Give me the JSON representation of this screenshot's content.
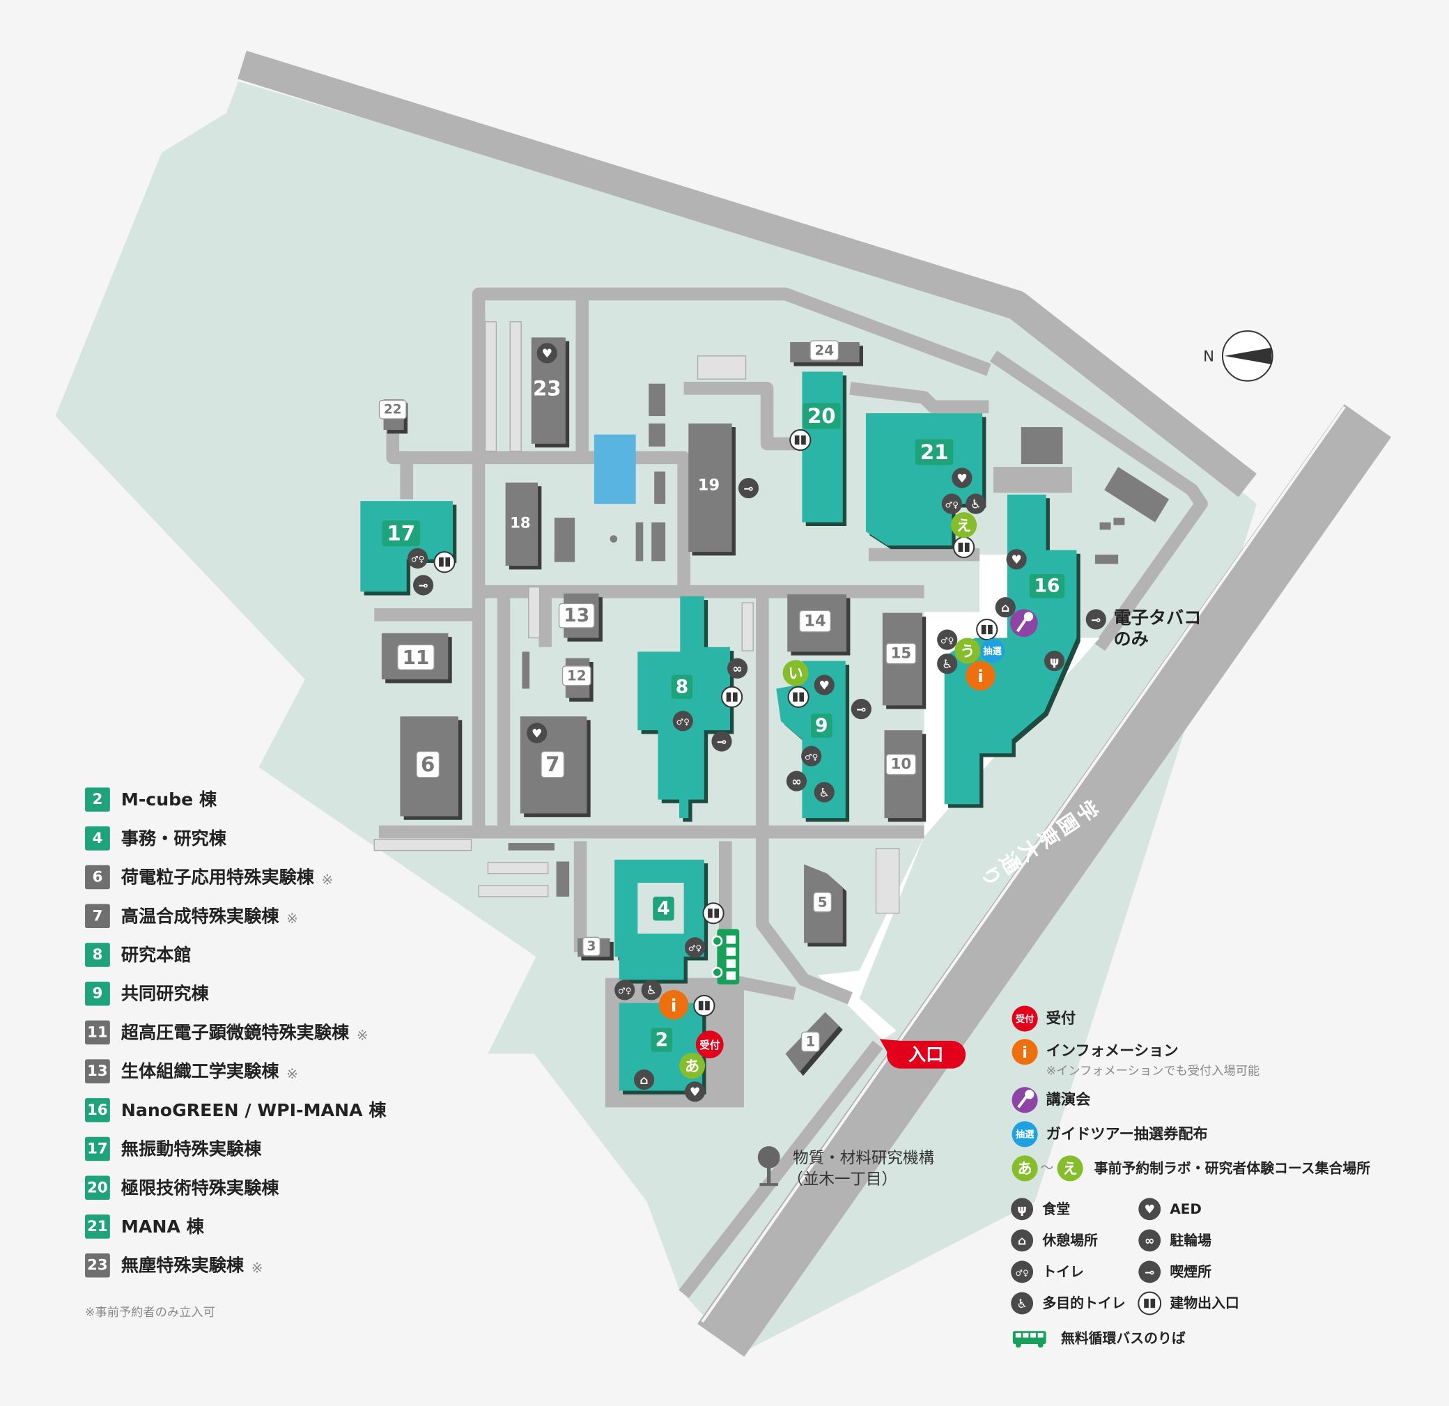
{
  "colors": {
    "background": "#f5f5f5",
    "ground": "#d6e5df",
    "road": "#b3b3b3",
    "building_open": "#2bb5a6",
    "building_restricted": "#7d7d7d",
    "badge_green": "#1ea37a",
    "badge_gray": "#6f6f6f",
    "reception": "#e3001b",
    "information": "#ee6f0d",
    "lecture": "#8e44a5",
    "lottery": "#1fa0e0",
    "meeting": "#86bd2b",
    "facility_icon": "#4a4a4a",
    "bus": "#16a05a"
  },
  "map": {
    "buildings": {
      "b1": "1",
      "b2": "2",
      "b3": "3",
      "b4": "4",
      "b5": "5",
      "b6": "6",
      "b7": "7",
      "b8": "8",
      "b9": "9",
      "b10": "10",
      "b11": "11",
      "b12": "12",
      "b13": "13",
      "b14": "14",
      "b15": "15",
      "b16": "16",
      "b17": "17",
      "b18": "18",
      "b19": "19",
      "b20": "20",
      "b21": "21",
      "b22": "22",
      "b23": "23",
      "b24": "24"
    },
    "entrance_label": "入口",
    "road_name": "学園東大通り",
    "north_label": "N",
    "ecig_note_line1": "電子タバコ",
    "ecig_note_line2": "のみ",
    "offsite_line1": "物質・材料研究機構",
    "offsite_line2": "（並木一丁目）",
    "markers": {
      "reception": "受付",
      "information": "i",
      "lottery": "抽選",
      "a": "あ",
      "i": "い",
      "u": "う",
      "e": "え"
    }
  },
  "building_legend": [
    {
      "num": "2",
      "name": "M-cube 棟",
      "restricted": false,
      "mark": ""
    },
    {
      "num": "4",
      "name": "事務・研究棟",
      "restricted": false,
      "mark": ""
    },
    {
      "num": "6",
      "name": "荷電粒子応用特殊実験棟",
      "restricted": true,
      "mark": "※"
    },
    {
      "num": "7",
      "name": "高温合成特殊実験棟",
      "restricted": true,
      "mark": "※"
    },
    {
      "num": "8",
      "name": "研究本館",
      "restricted": false,
      "mark": ""
    },
    {
      "num": "9",
      "name": "共同研究棟",
      "restricted": false,
      "mark": ""
    },
    {
      "num": "11",
      "name": "超高圧電子顕微鏡特殊実験棟",
      "restricted": true,
      "mark": "※"
    },
    {
      "num": "13",
      "name": "生体組織工学実験棟",
      "restricted": true,
      "mark": "※"
    },
    {
      "num": "16",
      "name": "NanoGREEN / WPI-MANA 棟",
      "restricted": false,
      "mark": ""
    },
    {
      "num": "17",
      "name": "無振動特殊実験棟",
      "restricted": false,
      "mark": ""
    },
    {
      "num": "20",
      "name": "極限技術特殊実験棟",
      "restricted": false,
      "mark": ""
    },
    {
      "num": "21",
      "name": "MANA 棟",
      "restricted": false,
      "mark": ""
    },
    {
      "num": "23",
      "name": "無塵特殊実験棟",
      "restricted": true,
      "mark": "※"
    }
  ],
  "legend_footnote": "※事前予約者のみ立入可",
  "symbol_legend": {
    "reception": {
      "icon": "reception-badge",
      "badge": "受付",
      "label": "受付"
    },
    "information": {
      "icon": "info-icon",
      "badge": "i",
      "label": "インフォメーション",
      "note": "※インフォメーションでも受付入場可能"
    },
    "lecture": {
      "icon": "microphone-icon",
      "label": "講演会"
    },
    "lottery": {
      "icon": "lottery-badge",
      "badge": "抽選",
      "label": "ガイドツアー抽選券配布"
    },
    "meeting": {
      "icon": "meeting-point-badge",
      "badge_from": "あ",
      "tilde": "～",
      "badge_to": "え",
      "label": "事前予約制ラボ・研究者体験コース集合場所"
    },
    "facilities": [
      {
        "icon": "restaurant-icon",
        "label": "食堂"
      },
      {
        "icon": "aed-icon",
        "label": "AED"
      },
      {
        "icon": "rest-area-icon",
        "label": "休憩場所"
      },
      {
        "icon": "bicycle-parking-icon",
        "label": "駐輪場"
      },
      {
        "icon": "toilet-icon",
        "label": "トイレ"
      },
      {
        "icon": "smoking-area-icon",
        "label": "喫煙所"
      },
      {
        "icon": "accessible-toilet-icon",
        "label": "多目的トイレ"
      },
      {
        "icon": "building-entrance-icon",
        "label": "建物出入口"
      }
    ],
    "bus": {
      "icon": "bus-icon",
      "label": "無料循環バスのりば"
    }
  }
}
